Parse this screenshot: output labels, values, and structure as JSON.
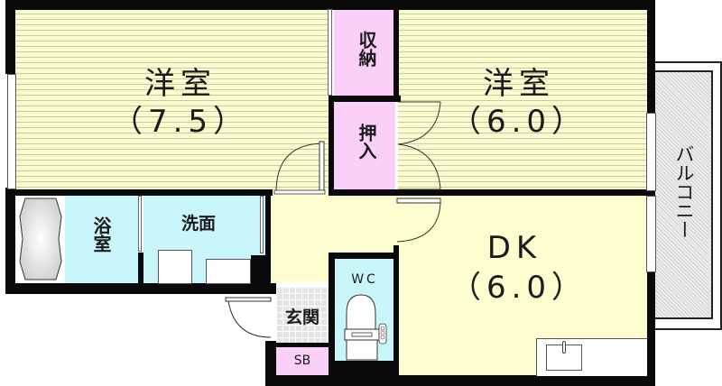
{
  "floor_plan": {
    "rooms": [
      {
        "id": "western-room-1",
        "name": "洋室",
        "size": "（7.5）"
      },
      {
        "id": "western-room-2",
        "name": "洋室",
        "size": "（6.0）"
      },
      {
        "id": "dining-kitchen",
        "name": "DK",
        "size": "（6.0）"
      },
      {
        "id": "storage",
        "name": "収納"
      },
      {
        "id": "closet",
        "name": "押入"
      },
      {
        "id": "bathroom",
        "name": "浴室"
      },
      {
        "id": "washroom",
        "name": "洗面"
      },
      {
        "id": "toilet",
        "name": "WC"
      },
      {
        "id": "entrance",
        "name": "玄関"
      },
      {
        "id": "shoe-box",
        "name": "SB"
      },
      {
        "id": "balcony",
        "name": "バルコニー"
      }
    ],
    "colors": {
      "living_floor": "#fbfbd0",
      "wet_area": "#c8f6fb",
      "storage": "#fad0f8",
      "wall": "#0a0a0a",
      "balcony": "#e2e2e2"
    }
  }
}
